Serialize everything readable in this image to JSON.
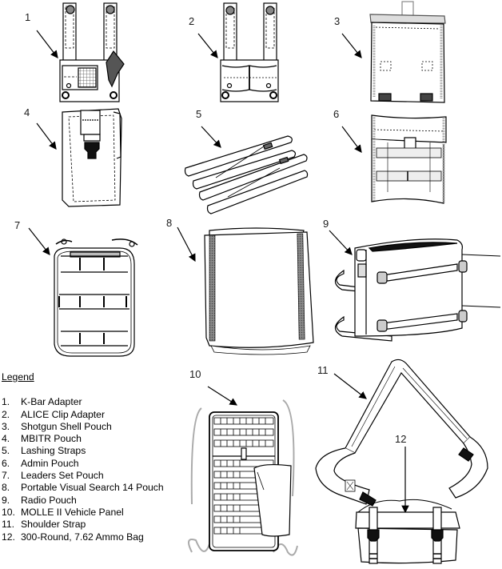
{
  "figure": {
    "callouts": [
      "1",
      "2",
      "3",
      "4",
      "5",
      "6",
      "7",
      "8",
      "9",
      "10",
      "11",
      "12"
    ],
    "colors": {
      "line": "#000000",
      "fill": "#ffffff",
      "shade": "#9a9a9a",
      "dark": "#2a2a2a",
      "callout_text": "#1a1a1a"
    }
  },
  "legend": {
    "title": "Legend",
    "items": [
      {
        "num": "1.",
        "label": "K-Bar Adapter"
      },
      {
        "num": "2.",
        "label": "ALICE Clip Adapter"
      },
      {
        "num": "3.",
        "label": "Shotgun Shell Pouch"
      },
      {
        "num": "4.",
        "label": "MBITR Pouch"
      },
      {
        "num": "5.",
        "label": "Lashing Straps"
      },
      {
        "num": "6.",
        "label": "Admin Pouch"
      },
      {
        "num": "7.",
        "label": "Leaders Set Pouch"
      },
      {
        "num": "8.",
        "label": "Portable Visual Search 14 Pouch"
      },
      {
        "num": "9.",
        "label": "Radio Pouch"
      },
      {
        "num": "10.",
        "label": "MOLLE II Vehicle Panel"
      },
      {
        "num": "11.",
        "label": "Shoulder Strap"
      },
      {
        "num": "12.",
        "label": "300-Round, 7.62 Ammo Bag"
      }
    ]
  }
}
